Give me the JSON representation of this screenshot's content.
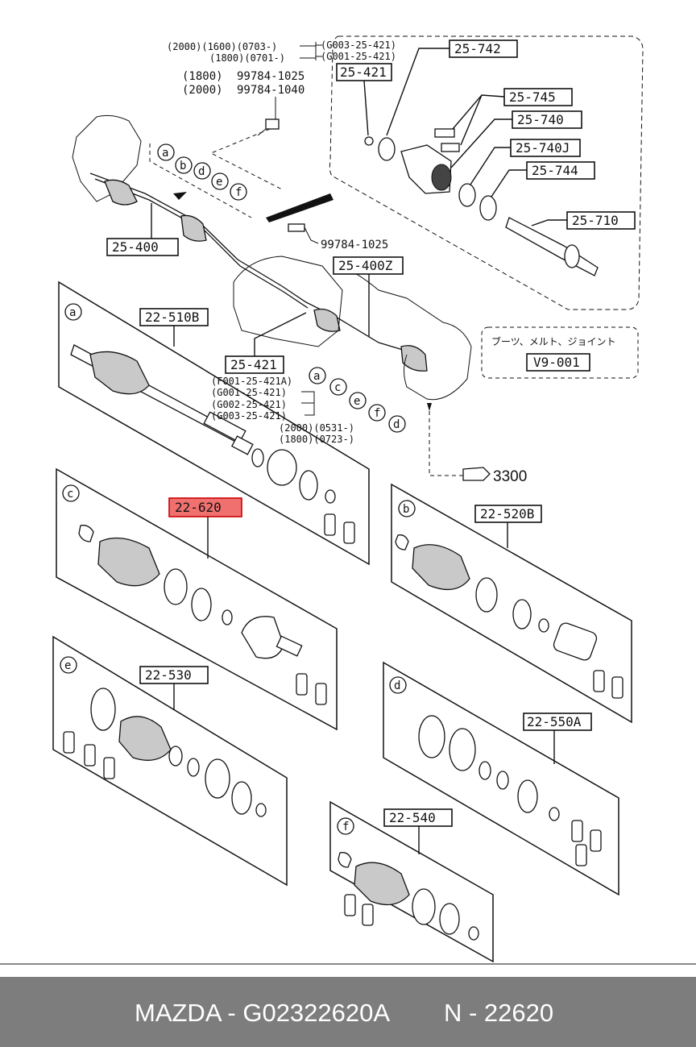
{
  "parts": {
    "p25742": "25-742",
    "p25421_top": "25-421",
    "p25745": "25-745",
    "p25740": "25-740",
    "p25740j": "25-740J",
    "p25744": "25-744",
    "p25710": "25-710",
    "p25400": "25-400",
    "p25400z": "25-400Z",
    "p22510b": "22-510B",
    "p25421_mid": "25-421",
    "p22620": "22-620",
    "p22520b": "22-520B",
    "p22530": "22-530",
    "p22550a": "22-550A",
    "p22540": "22-540",
    "v9001": "V9-001"
  },
  "notes": {
    "years_line1": "(2000)(1600)(0703-)",
    "years_line2": "(1800)(0701-)",
    "g003_top": "(G003-25-421)",
    "g001_top": "(G001-25-421)",
    "bolt_1800_num": "(1800)",
    "bolt_1800_code": "99784-1025",
    "bolt_2000_num": "(2000)",
    "bolt_2000_code": "99784-1040",
    "bolt_mid": "99784-1025",
    "f001": "(F001-25-421A)",
    "g001": "(G001-25-421)",
    "g002": "(G002-25-421)",
    "g003": "(G003-25-421)",
    "year_2000": "(2000)(0531-)",
    "year_1800": "(1800)(0723-)",
    "boots_jp": "ブーツ、メルト、ジョイント",
    "ref_3300": "3300"
  },
  "circle_letters": {
    "a": "a",
    "b": "b",
    "c": "c",
    "d": "d",
    "e": "e",
    "f": "f"
  },
  "footer": {
    "brand": "MAZDA - G02322620A",
    "code": "N - 22620"
  },
  "colors": {
    "highlight": "#f07070",
    "footer_bg": "#7d7d7d"
  }
}
